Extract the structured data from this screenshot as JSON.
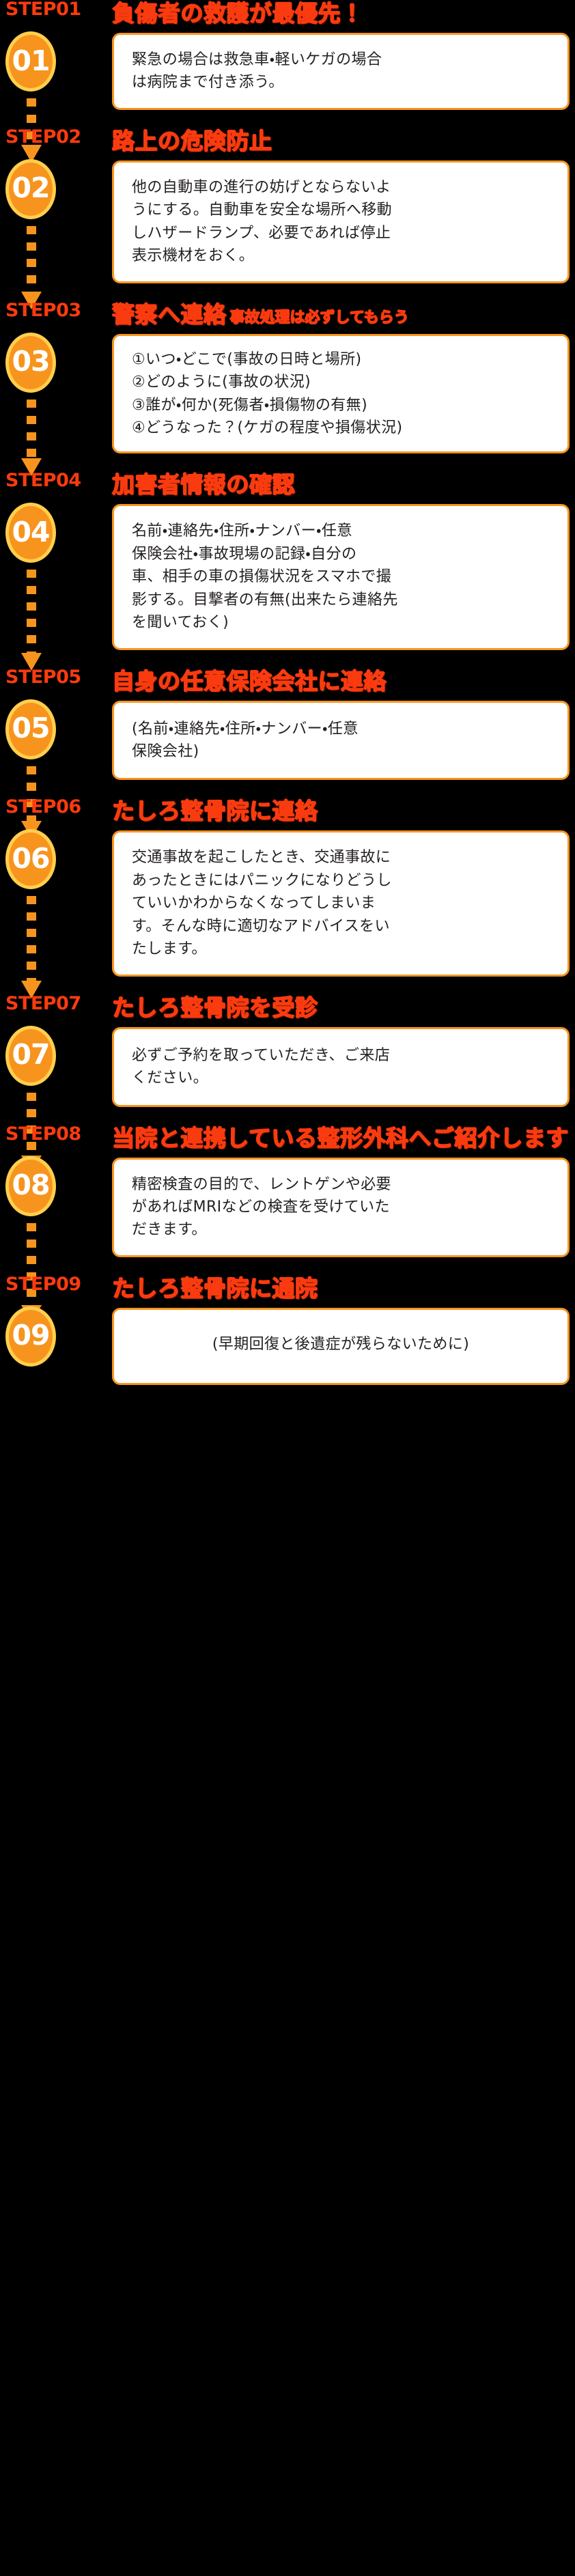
{
  "theme": {
    "background": "#000000",
    "accent_orange": "#f7941e",
    "accent_orange_light": "#ffcf4d",
    "title_red": "#f93b0f",
    "card_background": "#ffffff",
    "card_text": "#231f20"
  },
  "steps": [
    {
      "label": "STEP01",
      "badge": "01",
      "title": "負傷者の救護が最優先！",
      "subtitle": "",
      "body_lines": [
        "緊急の場合は救急車・軽いケガの場合",
        "は病院まで付き添う。"
      ],
      "centered": false
    },
    {
      "label": "STEP02",
      "badge": "02",
      "title": "路上の危険防止",
      "subtitle": "",
      "body_lines": [
        "他の自動車の進行の妨げとならないよ",
        "うにする。自動車を安全な場所へ移動",
        "しハザードランプ、必要であれば停止",
        "表示機材をおく。"
      ],
      "centered": false
    },
    {
      "label": "STEP03",
      "badge": "03",
      "title": "警察へ連絡",
      "subtitle": "事故処理は必ずしてもらう",
      "body_lines": [
        "①いつ・どこで(事故の日時と場所)",
        "②どのように(事故の状況)",
        "③誰が・何か(死傷者・損傷物の有無)",
        "④どうなった？(ケガの程度や損傷状況)"
      ],
      "centered": false
    },
    {
      "label": "STEP04",
      "badge": "04",
      "title": "加害者情報の確認",
      "subtitle": "",
      "body_lines": [
        "名前・連絡先・住所・ナンバー・任意",
        "保険会社・事故現場の記録・自分の",
        "車、相手の車の損傷状況をスマホで撮",
        "影する。目撃者の有無(出来たら連絡先",
        "を聞いておく)"
      ],
      "centered": false
    },
    {
      "label": "STEP05",
      "badge": "05",
      "title": "自身の任意保険会社に連絡",
      "subtitle": "",
      "body_lines": [
        "(名前・連絡先・住所・ナンバー・任意",
        "保険会社)"
      ],
      "centered": false
    },
    {
      "label": "STEP06",
      "badge": "06",
      "title": "たしろ整骨院に連絡",
      "subtitle": "",
      "body_lines": [
        "交通事故を起こしたとき、交通事故に",
        "あったときにはパニックになりどうし",
        "ていいかわからなくなってしまいま",
        "す。そんな時に適切なアドバイスをい",
        "たします。"
      ],
      "centered": false
    },
    {
      "label": "STEP07",
      "badge": "07",
      "title": "たしろ整骨院を受診",
      "subtitle": "",
      "body_lines": [
        "必ずご予約を取っていただき、ご来店",
        "ください。"
      ],
      "centered": false
    },
    {
      "label": "STEP08",
      "badge": "08",
      "title": "当院と連携している整形外科へご紹介します",
      "subtitle": "",
      "body_lines": [
        "精密検査の目的で、レントゲンや必要",
        "があればMRIなどの検査を受けていた",
        "だきます。"
      ],
      "centered": false
    },
    {
      "label": "STEP09",
      "badge": "09",
      "title": "たしろ整骨院に通院",
      "subtitle": "",
      "body_lines": [
        "(早期回復と後遺症が残らないために)"
      ],
      "centered": true
    }
  ]
}
